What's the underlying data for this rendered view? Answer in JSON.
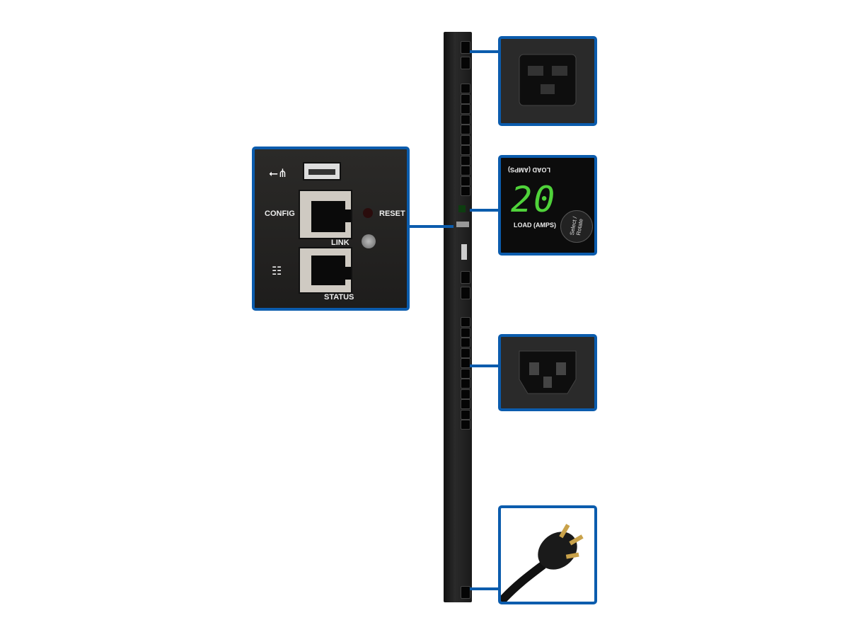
{
  "network_panel": {
    "usb_icon": "usb-icon",
    "network_icon": "network-icon",
    "config_label": "CONFIG",
    "reset_label": "RESET",
    "link_label": "LINK",
    "status_label": "STATUS"
  },
  "display_panel": {
    "top_label_inverted": "LOAD (AMPS)",
    "reading": "20",
    "bottom_label": "LOAD (AMPS)",
    "button_label": "Select / Rotate",
    "digit_color": "#4fd23a"
  },
  "callouts": {
    "c19_outlet": "c19-outlet",
    "c13_outlet": "c13-outlet",
    "plug": "twist-lock-plug"
  },
  "colors": {
    "accent": "#0b5cad",
    "panel": "#1c1c1c"
  }
}
